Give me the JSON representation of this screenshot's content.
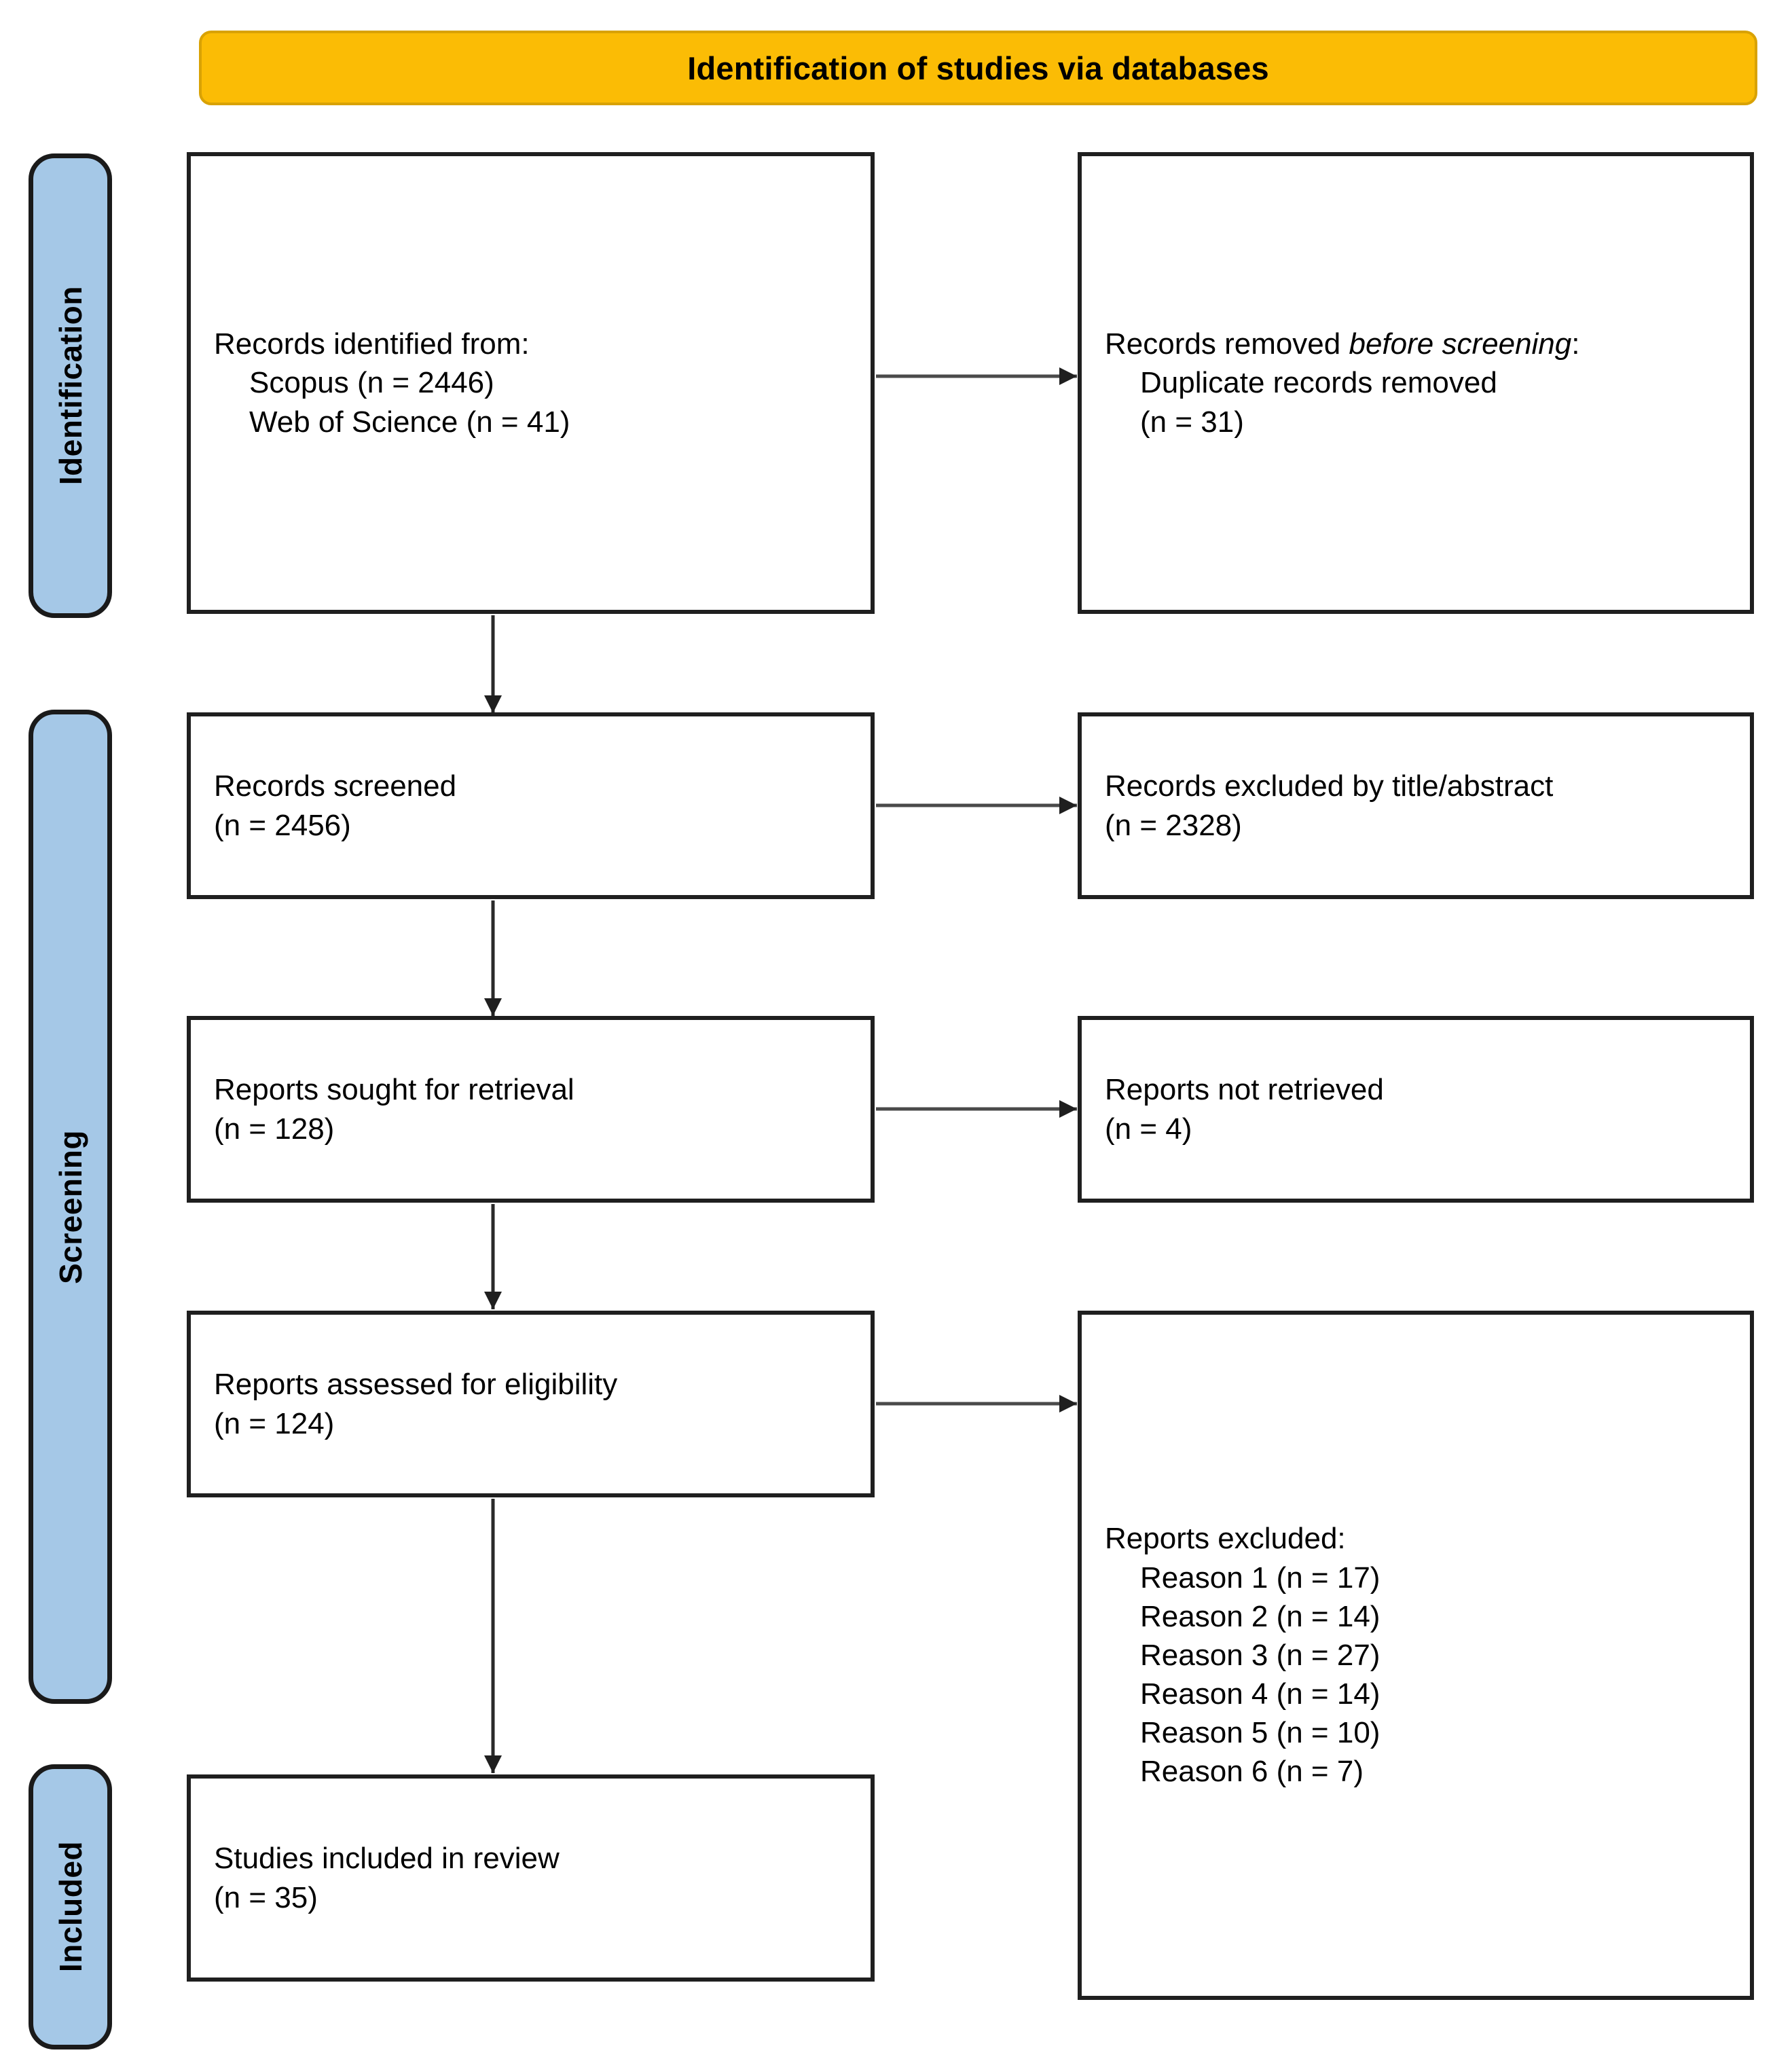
{
  "diagram": {
    "title": "Identification of studies via databases",
    "type": "prisma-flow-diagram"
  },
  "colors": {
    "banner_fill": "#FBBC05",
    "stage_fill": "#A5C8E7",
    "box_border": "#1F1F1F",
    "text": "#000000"
  },
  "stages": [
    {
      "id": "identification",
      "label": "Identification"
    },
    {
      "id": "screening",
      "label": "Screening"
    },
    {
      "id": "included",
      "label": "Included"
    }
  ],
  "boxes": {
    "records_identified": {
      "title": "Records identified from:",
      "items": [
        "Scopus (n = 2446)",
        "Web of Science (n = 41)"
      ]
    },
    "records_removed": {
      "title_prefix": "Records removed ",
      "title_italic": "before screening",
      "title_suffix": ":",
      "items": [
        "Duplicate records removed",
        "(n = 31)"
      ]
    },
    "records_screened": {
      "line1": "Records screened",
      "line2": "(n = 2456)"
    },
    "records_excluded": {
      "line1": "Records excluded by title/abstract",
      "line2": "(n = 2328)"
    },
    "reports_sought": {
      "line1": "Reports sought for retrieval",
      "line2": "(n = 128)"
    },
    "reports_not_retrieved": {
      "line1": "Reports not retrieved",
      "line2": "(n = 4)"
    },
    "reports_assessed": {
      "line1": "Reports assessed for eligibility",
      "line2": "(n = 124)"
    },
    "reports_excluded": {
      "title": "Reports excluded:",
      "items": [
        "Reason 1 (n = 17)",
        "Reason 2 (n = 14)",
        "Reason 3 (n = 27)",
        "Reason 4 (n = 14)",
        "Reason 5 (n = 10)",
        "Reason 6 (n = 7)"
      ]
    },
    "studies_included": {
      "line1": "Studies included in review",
      "line2": "(n = 35)"
    }
  },
  "counts": {
    "scopus": 2446,
    "web_of_science": 41,
    "duplicates_removed": 31,
    "records_screened": 2456,
    "records_excluded_title_abstract": 2328,
    "reports_sought": 128,
    "reports_not_retrieved": 4,
    "reports_assessed": 124,
    "reports_excluded_reasons": [
      17,
      14,
      27,
      14,
      10,
      7
    ],
    "studies_included": 35
  }
}
